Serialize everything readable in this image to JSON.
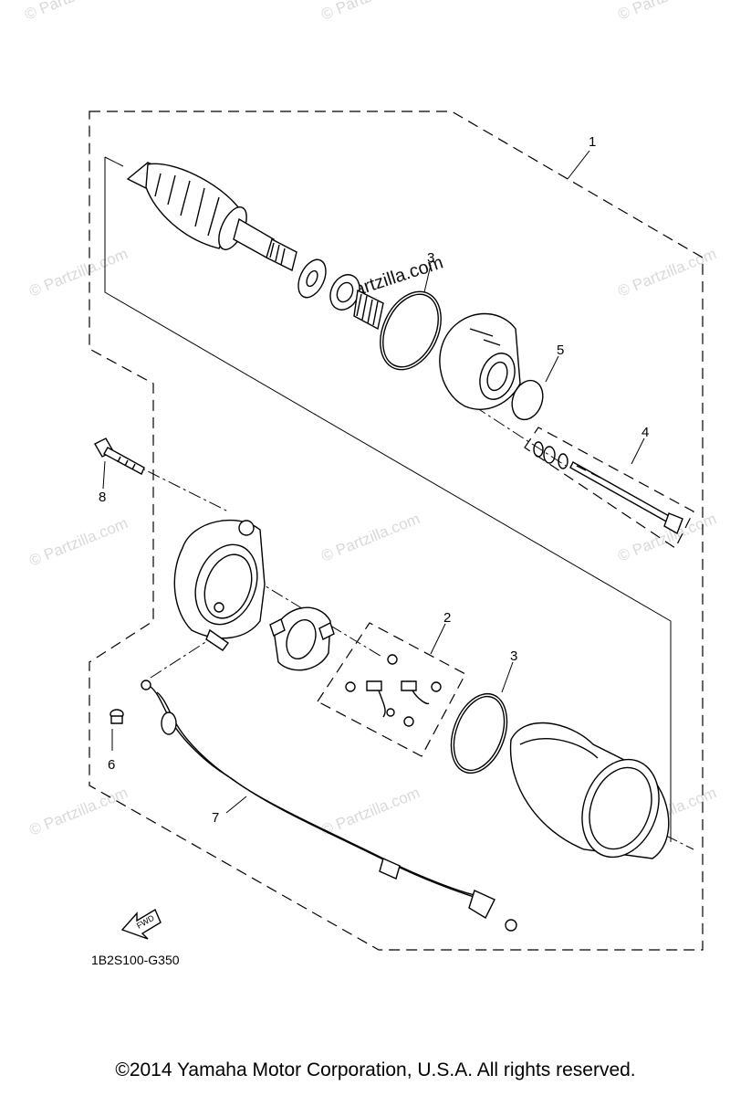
{
  "watermark_text": "© Partzilla.com",
  "watermark_center_text": "Partzilla.com",
  "callouts": [
    "1",
    "2",
    "3",
    "4",
    "5",
    "6",
    "7",
    "8",
    "3"
  ],
  "fwd_label": "FWD",
  "diagram_code": "1B2S100-G350",
  "copyright": "©2014 Yamaha Motor Corporation, U.S.A. All rights reserved."
}
